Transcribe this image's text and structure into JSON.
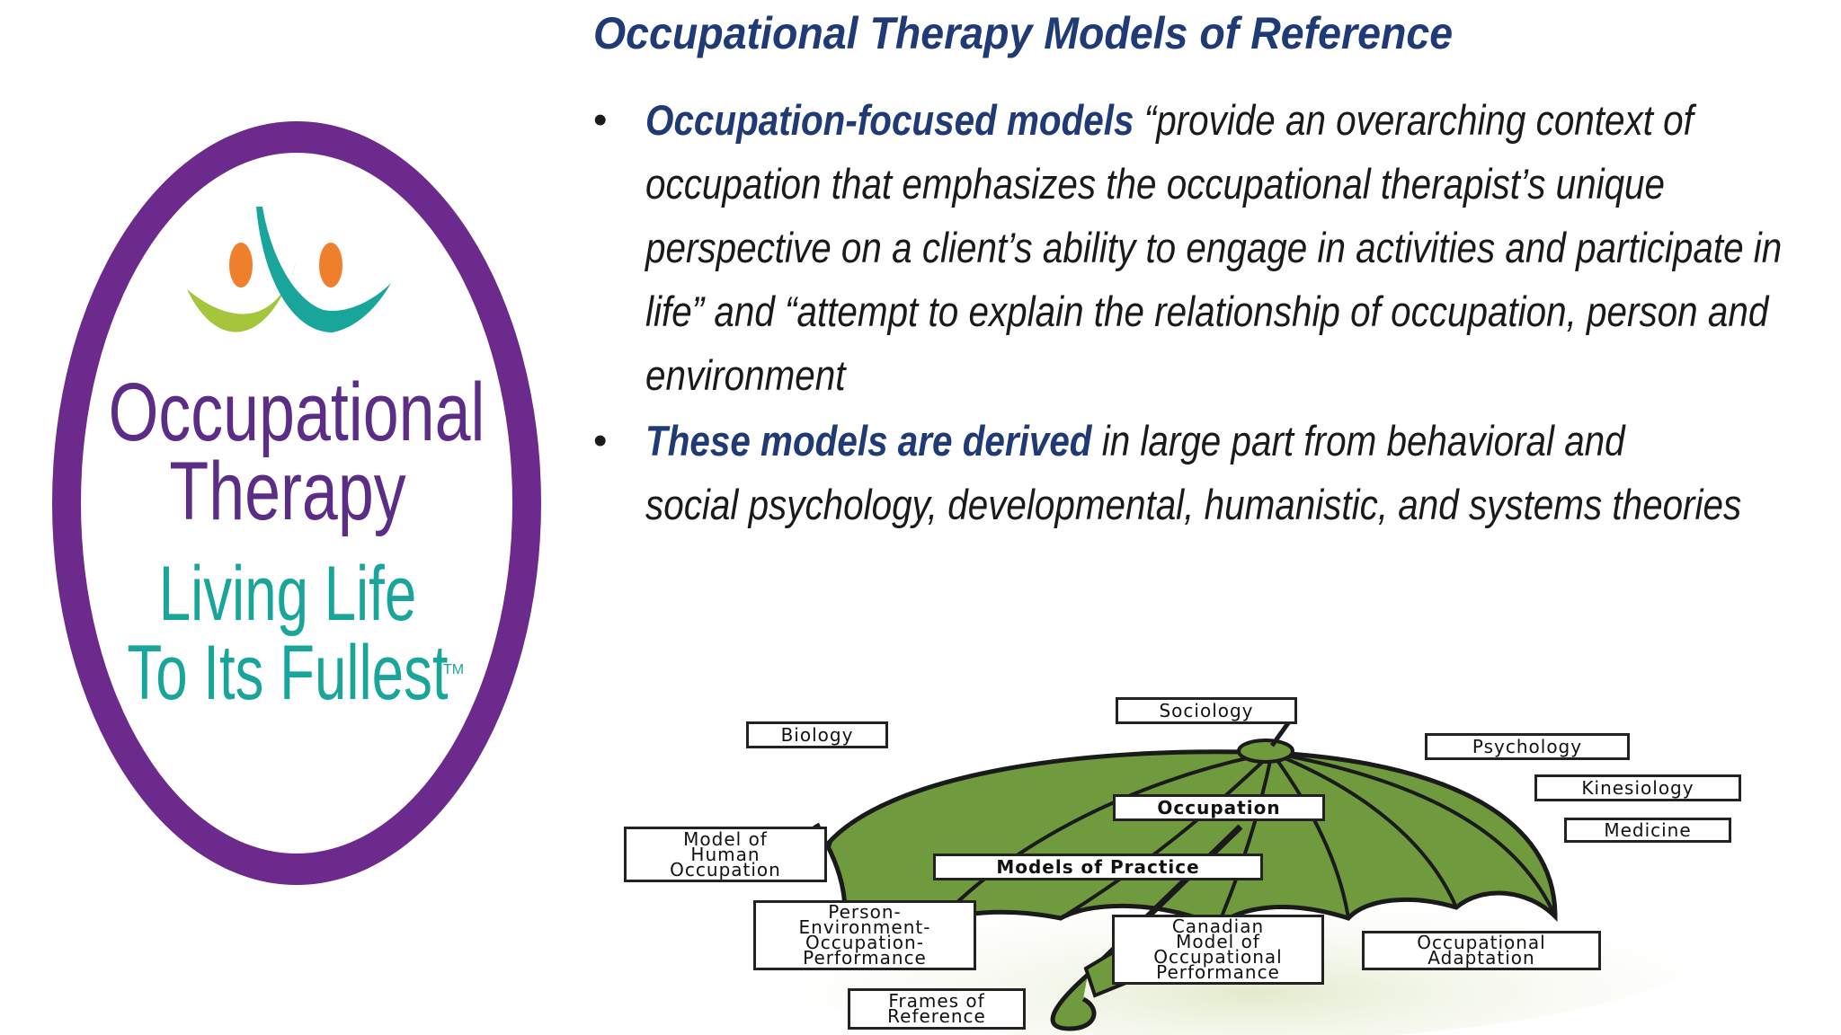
{
  "logo": {
    "line1": "Occupational",
    "line2": "Therapy",
    "line3": "Living Life",
    "line4": "To Its Fullest",
    "tm": "TM",
    "colors": {
      "ring": "#6b2a8c",
      "teal": "#1aa59a",
      "orange": "#ee7f2d",
      "green": "#a5c63b",
      "text_purple": "#5b2d86"
    }
  },
  "title": "Occupational Therapy Models of Reference",
  "bullets": [
    {
      "bullet": "•",
      "lead": "Occupation-focused models",
      "lines": [
        " “provide an overarching  context of",
        "occupation that emphasizes the occupational therapist’s unique",
        "perspective on a client’s ability to engage in activities and participate in",
        "life” and “attempt to explain the relationship of occupation, person and",
        "environment"
      ]
    },
    {
      "bullet": "•",
      "lead": "These models are derived",
      "lines": [
        " in large part from behavioral and",
        "social psychology, developmental, humanistic, and systems theories"
      ]
    }
  ],
  "diagram": {
    "canopy_color": "#6f9a3d",
    "labels": {
      "sociology": "Sociology",
      "biology": "Biology",
      "psychology": "Psychology",
      "kinesiology": "Kinesiology",
      "medicine": "Medicine",
      "occupation": "Occupation",
      "models_of_practice": "Models of Practice",
      "moho": [
        "Model of",
        "Human",
        "Occupation"
      ],
      "peop": [
        "Person-",
        "Environment-",
        "Occupation-",
        "Performance"
      ],
      "cmop": [
        "Canadian",
        "Model of",
        "Occupational",
        "Performance"
      ],
      "occ_adaptation": [
        "Occupational",
        "Adaptation"
      ],
      "frames": [
        "Frames of",
        "Reference"
      ]
    }
  }
}
